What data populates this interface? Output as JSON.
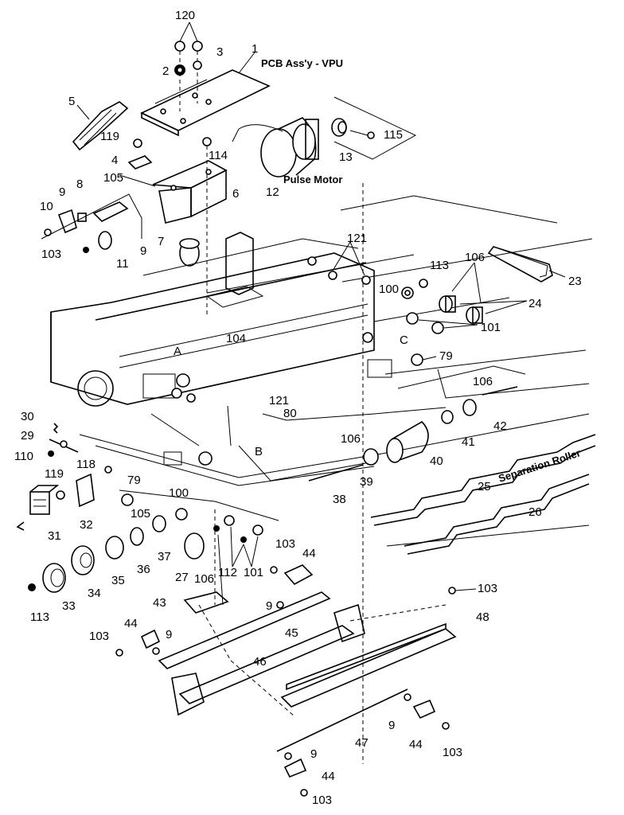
{
  "captions": {
    "pcb": "PCB Ass'y - VPU",
    "motor": "Pulse Motor",
    "roller": "Separation Roller"
  },
  "labels": {
    "p120": "120",
    "p1": "1",
    "p2": "2",
    "p3": "3",
    "p5": "5",
    "p119a": "119",
    "p4": "4",
    "p114": "114",
    "p12": "12",
    "p13": "13",
    "p115": "115",
    "p105a": "105",
    "p6": "6",
    "p10": "10",
    "p9a": "9",
    "p8": "8",
    "p7": "7",
    "p103a": "103",
    "p11": "11",
    "p9b": "9",
    "p121a": "121",
    "p113a": "113",
    "p106a": "106",
    "p23": "23",
    "p100a": "100",
    "p24": "24",
    "p101a": "101",
    "p104": "104",
    "pA": "A",
    "pC": "C",
    "p79a": "79",
    "p106b": "106",
    "p42": "42",
    "p41": "41",
    "p106c": "106",
    "p40": "40",
    "p39": "39",
    "p38": "38",
    "p25": "25",
    "p26": "26",
    "p30": "30",
    "p29": "29",
    "p110": "110",
    "p121b": "121",
    "p80": "80",
    "pB": "B",
    "p118": "118",
    "p119b": "119",
    "p79b": "79",
    "p100b": "100",
    "p105b": "105",
    "p31": "31",
    "p32": "32",
    "p37": "37",
    "p36": "36",
    "p35": "35",
    "p34": "34",
    "p33": "33",
    "p113b": "113",
    "p27": "27",
    "p106d": "106",
    "p112": "112",
    "p101b": "101",
    "p103b": "103",
    "p44a": "44",
    "p43": "43",
    "p9c": "9",
    "p45": "45",
    "p103c": "103",
    "p44b": "44",
    "p9d": "9",
    "p46": "46",
    "p103d": "103",
    "p48": "48",
    "p9e": "9",
    "p44c": "44",
    "p103e": "103",
    "p47": "47",
    "p9f": "9",
    "p44d": "44",
    "p103f": "103"
  }
}
